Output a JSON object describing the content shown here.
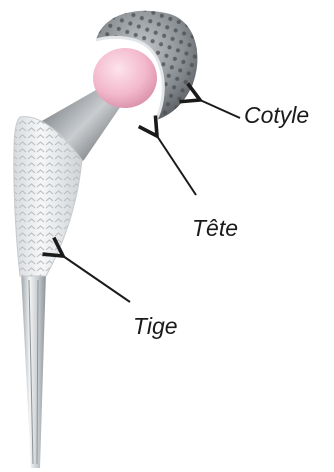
{
  "labels": {
    "cotyle": "Cotyle",
    "tete": "Tête",
    "tige": "Tige"
  },
  "colors": {
    "metal_dark": "#6f7478",
    "metal_light": "#d4d8db",
    "liner_pink": "#f3b9cc",
    "stem_porous": "#e9ebee",
    "arrow": "#1a1a1a"
  }
}
